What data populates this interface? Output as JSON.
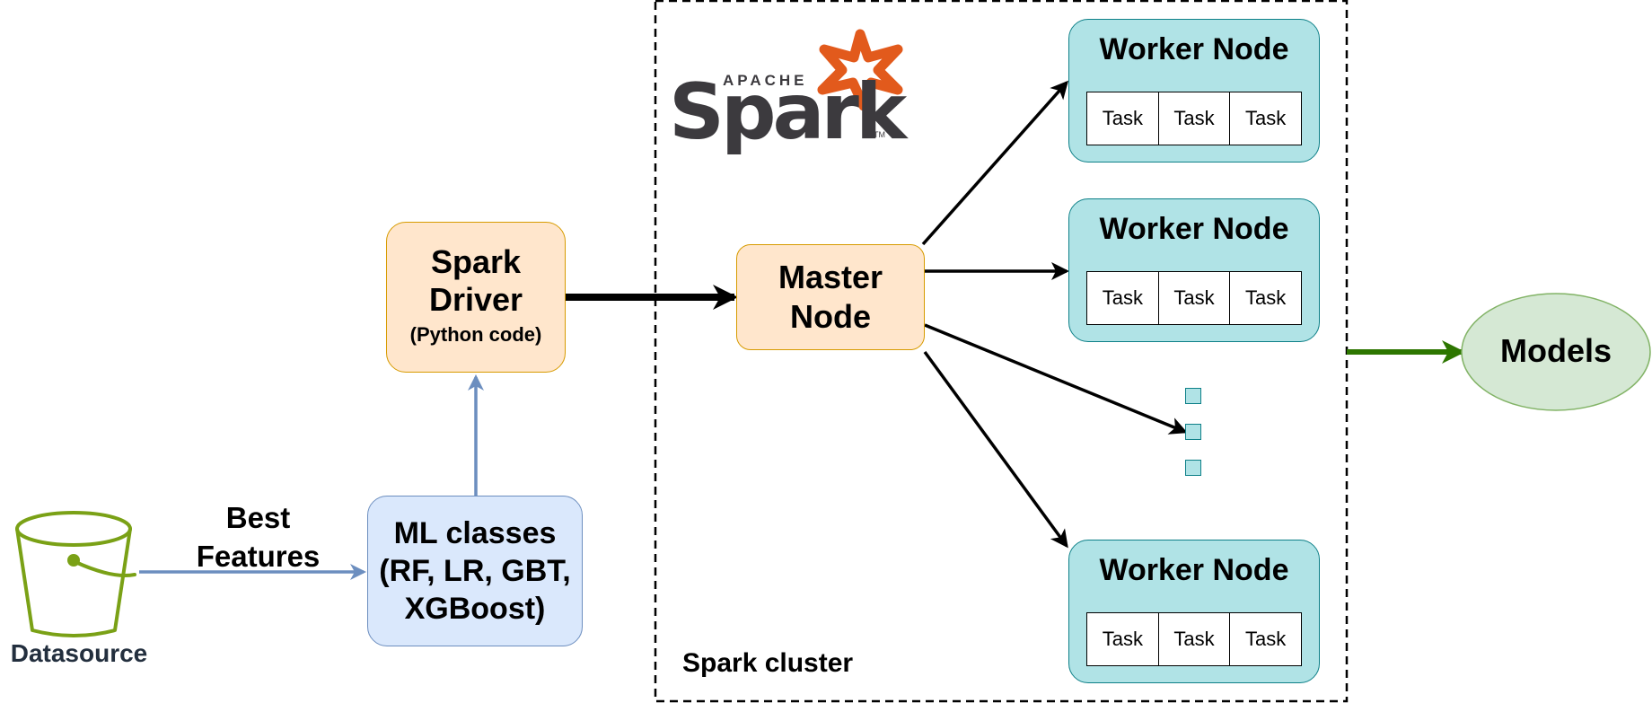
{
  "diagram": {
    "spark_driver": {
      "line1": "Spark",
      "line2": "Driver",
      "sub": "(Python code)"
    },
    "ml_classes": {
      "line1": "ML classes",
      "line2": "(RF, LR, GBT,",
      "line3": "XGBoost)"
    },
    "master_node": {
      "line1": "Master",
      "line2": "Node"
    },
    "datasource_label": "Datasource",
    "best_features": {
      "line1": "Best",
      "line2": "Features"
    },
    "spark_cluster_label": "Spark cluster",
    "models_label": "Models",
    "spark_logo": {
      "apache": "APACHE",
      "word": "Spark",
      "tm": "TM"
    },
    "workers": [
      {
        "title": "Worker Node",
        "tasks": [
          "Task",
          "Task",
          "Task"
        ]
      },
      {
        "title": "Worker Node",
        "tasks": [
          "Task",
          "Task",
          "Task"
        ]
      },
      {
        "title": "Worker Node",
        "tasks": [
          "Task",
          "Task",
          "Task"
        ]
      }
    ],
    "colors": {
      "orange_fill": "#ffe6cc",
      "blue_fill": "#dae8fc",
      "teal_fill": "#b0e3e6",
      "green_fill": "#d5e8d4",
      "green_arrow": "#2d7600",
      "blue_arrow": "#6c8ebf",
      "bucket": "#7aa116",
      "spark_orange": "#e25a1c"
    }
  }
}
